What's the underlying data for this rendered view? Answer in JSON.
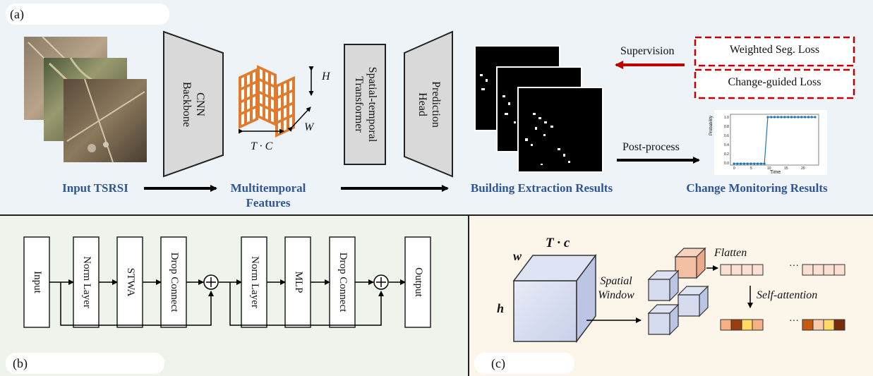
{
  "panel_a": {
    "label": "(a)",
    "backbone": "CNN\nBackbone",
    "st_transformer": "Spatial-temporal\nTransformer",
    "prediction_head": "Prediction\nHead",
    "dim_h": "H",
    "dim_w": "W",
    "dim_tc": "T · C",
    "input_caption": "Input TSRSI",
    "features_caption": "Multitemporal\nFeatures",
    "results_caption": "Building Extraction Results",
    "monitoring_caption": "Change Monitoring Results",
    "supervision": "Supervision",
    "loss1": "Weighted Seg. Loss",
    "loss2": "Change-guided Loss",
    "post_process": "Post-process",
    "plot": {
      "ylabel": "Probability",
      "xlabel": "Time",
      "yticks": [
        "1.0",
        "0.8",
        "0.6",
        "0.4",
        "0.2",
        "0.0"
      ],
      "xticks": [
        "0",
        "5",
        "10",
        "15",
        "20"
      ]
    }
  },
  "panel_b": {
    "label": "(b)",
    "blocks": [
      "Input",
      "Norm Layer",
      "STWA",
      "Drop Connect",
      "Norm Layer",
      "MLP",
      "Drop Connect",
      "Output"
    ]
  },
  "panel_c": {
    "label": "(c)",
    "dim_tc": "T · c",
    "dim_w": "w",
    "dim_h": "h",
    "spatial_window": "Spatial\nWindow",
    "flatten": "Flatten",
    "self_attention": "Self-attention",
    "ellipsis": "···"
  },
  "colors": {
    "accent_blue": "#2f5597",
    "loss_red": "#c00000",
    "feature_orange": "#e07b2e"
  }
}
